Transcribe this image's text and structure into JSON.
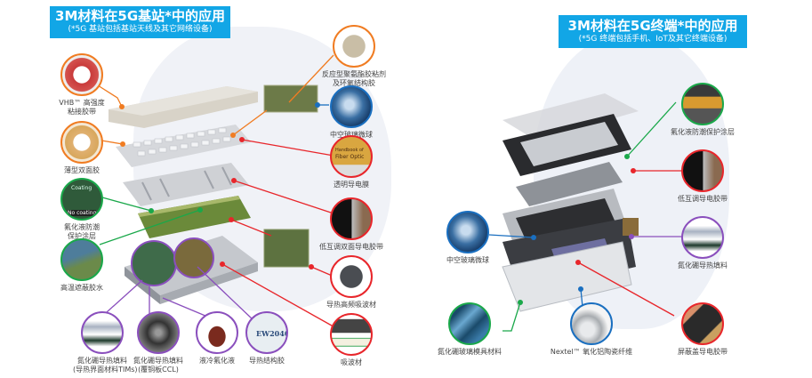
{
  "left_panel": {
    "title": "3M材料在5G基站*中的应用",
    "subtitle": "(*5G 基站包括基站天线及其它网络设备)",
    "callouts": [
      {
        "label": "VHB™ 高强度\n粘接胶带",
        "line1": "VHB™ 高强度",
        "line2": "粘接胶带",
        "color": "#f07c22"
      },
      {
        "label": "薄型双面胶",
        "line1": "薄型双面胶",
        "color": "#f07c22"
      },
      {
        "label": "氟化液防潮\n保护涂层",
        "line1": "氟化液防潮",
        "line2": "保护涂层",
        "color": "#1aa84a",
        "image_text": [
          "Coating",
          "No coating"
        ]
      },
      {
        "label": "高温遮蔽胶水",
        "line1": "高温遮蔽胶水",
        "color": "#1aa84a"
      },
      {
        "label": "氮化硼导热填料\n(导热界面材料TIMs)",
        "line1": "氮化硼导热填料",
        "line2": "(导热界面材料TIMs)",
        "color": "#8a4fbd"
      },
      {
        "label": "氮化硼导热填料\n(覆铜板CCL)",
        "line1": "氮化硼导热填料",
        "line2": "(覆铜板CCL)",
        "color": "#8a4fbd"
      },
      {
        "label": "液冷氟化液",
        "line1": "液冷氟化液",
        "color": "#8a4fbd"
      },
      {
        "label": "导热结构胶",
        "line1": "导热结构胶",
        "color": "#8a4fbd",
        "image_text": [
          "EW2046"
        ]
      },
      {
        "label": "反应型聚氨酯胶粘剂\n及环氧结构胶",
        "line1": "反应型聚氨酯胶粘剂",
        "line2": "及环氧结构胶",
        "color": "#f07c22"
      },
      {
        "label": "中空玻璃微球",
        "line1": "中空玻璃微球",
        "color": "#1a6fc0"
      },
      {
        "label": "透明导电膜",
        "line1": "透明导电膜",
        "color": "#e8262b",
        "image_text": [
          "Handbook of",
          "Fiber Optic"
        ]
      },
      {
        "label": "低互调双面导电胶带",
        "line1": "低互调双面导电胶带",
        "color": "#e8262b"
      },
      {
        "label": "导热高频吸波材",
        "line1": "导热高频吸波材",
        "color": "#e8262b"
      },
      {
        "label": "吸波材",
        "line1": "吸波材",
        "color": "#e8262b"
      }
    ]
  },
  "right_panel": {
    "title": "3M材料在5G终端*中的应用",
    "subtitle": "(*5G 终端包括手机、IoT及其它终端设备)",
    "callouts": [
      {
        "label": "氟化液防潮保护涂层",
        "line1": "氟化液防潮保护涂层",
        "color": "#1aa84a"
      },
      {
        "label": "低互调导电胶带",
        "line1": "低互调导电胶带",
        "color": "#e8262b"
      },
      {
        "label": "氮化硼导热填料",
        "line1": "氮化硼导热填料",
        "color": "#8a4fbd"
      },
      {
        "label": "屏蔽盖导电胶带",
        "line1": "屏蔽盖导电胶带",
        "color": "#e8262b"
      },
      {
        "label": "Nextel™ 氧化铝陶瓷纤维",
        "line1": "Nextel™ 氧化铝陶瓷纤维",
        "color": "#1a6fc0"
      },
      {
        "label": "中空玻璃微球",
        "line1": "中空玻璃微球",
        "color": "#1a6fc0"
      },
      {
        "label": "氮化硼玻璃模具材料",
        "line1": "氮化硼玻璃模具材料",
        "color": "#1aa84a"
      }
    ]
  },
  "colors": {
    "title_bg": "#12a6e6",
    "orange": "#f07c22",
    "green": "#1aa84a",
    "purple": "#8a4fbd",
    "blue": "#1a6fc0",
    "red": "#e8262b"
  }
}
